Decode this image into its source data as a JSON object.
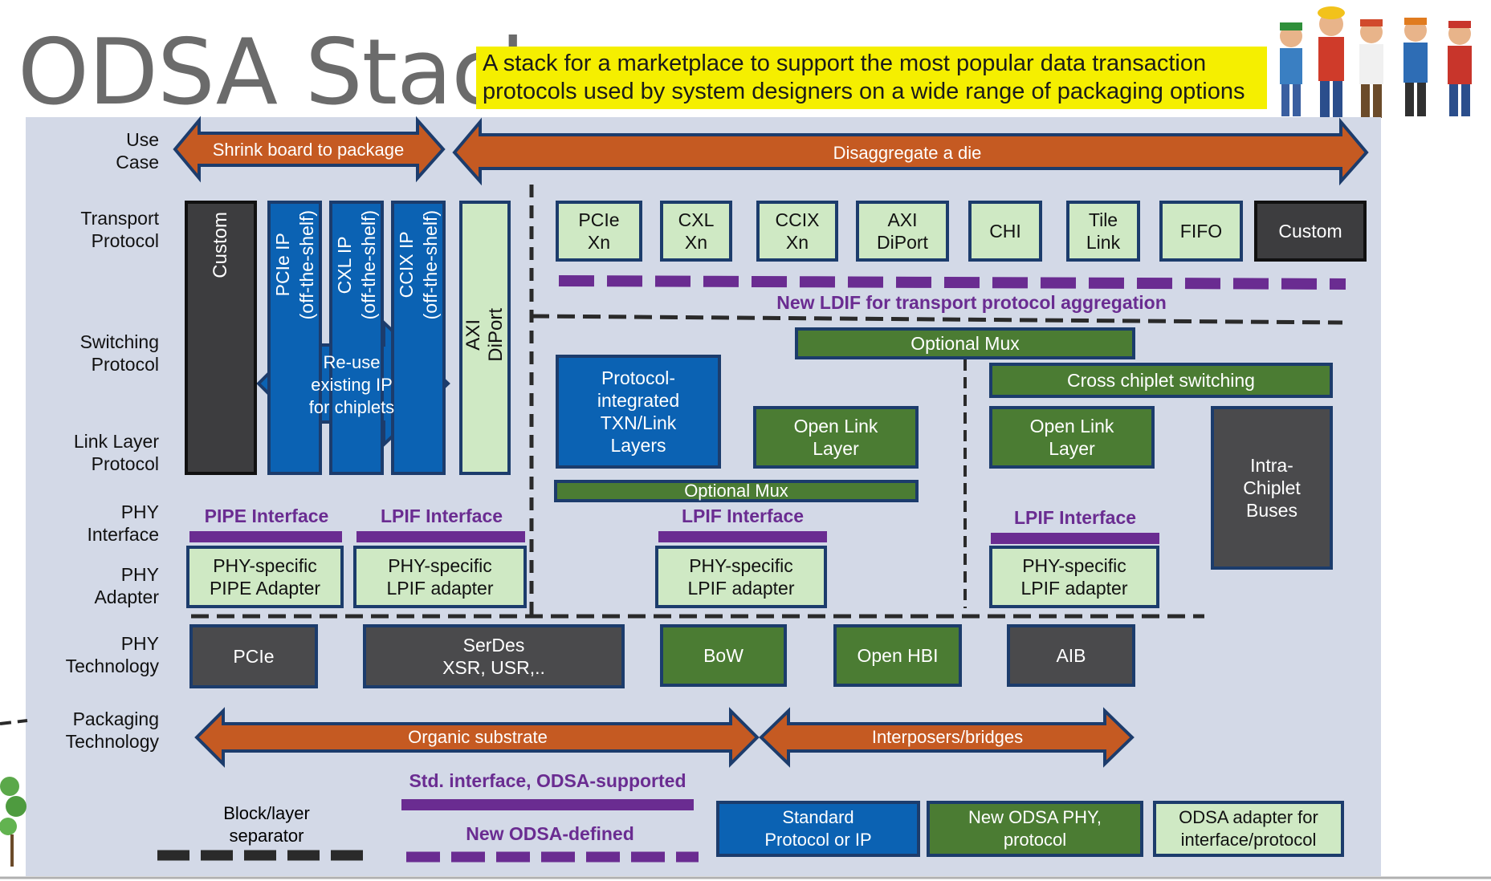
{
  "title": "ODSA Stack:",
  "subtitle": {
    "line1": "A stack for a marketplace to support the most popular data transaction",
    "line2": "protocols used by system designers on a wide range of packaging options"
  },
  "row_labels": {
    "use_case": [
      "Use",
      "Case"
    ],
    "transport": [
      "Transport",
      "Protocol"
    ],
    "switching": [
      "Switching",
      "Protocol"
    ],
    "link": [
      "Link Layer",
      "Protocol"
    ],
    "phy_interface": [
      "PHY",
      "Interface"
    ],
    "phy_adapter": [
      "PHY",
      "Adapter"
    ],
    "phy_tech": [
      "PHY",
      "Technology"
    ],
    "packaging": [
      "Packaging",
      "Technology"
    ]
  },
  "use_case": {
    "shrink": "Shrink board to package",
    "disaggregate": "Disaggregate a die"
  },
  "left_stack": {
    "custom": "Custom",
    "pcie_ip": [
      "PCIe IP",
      "(off-the-shelf)"
    ],
    "cxl_ip": [
      "CXL IP",
      "(off-the-shelf)"
    ],
    "ccix_ip": [
      "CCIX IP",
      "(off-the-shelf)"
    ],
    "axi": [
      "AXI",
      "DiPort"
    ],
    "reuse": [
      "Re-use",
      "existing IP",
      "for chiplets"
    ]
  },
  "transport_boxes": [
    [
      "PCIe",
      "Xn"
    ],
    [
      "CXL",
      "Xn"
    ],
    [
      "CCIX",
      "Xn"
    ],
    [
      "AXI",
      "DiPort"
    ],
    [
      "CHI"
    ],
    [
      "Tile",
      "Link"
    ],
    [
      "FIFO"
    ],
    [
      "Custom"
    ]
  ],
  "ldif_label": "New LDIF for transport protocol aggregation",
  "optional_mux": "Optional Mux",
  "cross_chiplet": "Cross chiplet switching",
  "protocol_integrated": [
    "Protocol-",
    "integrated",
    "TXN/Link",
    "Layers"
  ],
  "open_link": [
    "Open Link",
    "Layer"
  ],
  "intra_chiplet": [
    "Intra-",
    "Chiplet",
    "Buses"
  ],
  "interfaces": {
    "pipe": "PIPE Interface",
    "lpif": "LPIF Interface"
  },
  "adapters": {
    "pipe": [
      "PHY-specific",
      "PIPE Adapter"
    ],
    "lpif": [
      "PHY-specific",
      "LPIF adapter"
    ]
  },
  "phy_tech": {
    "pcie": "PCIe",
    "serdes": [
      "SerDes",
      "XSR, USR,.."
    ],
    "bow": "BoW",
    "openhbi": "Open HBI",
    "aib": "AIB"
  },
  "packaging": {
    "organic": "Organic substrate",
    "interposers": "Interposers/bridges"
  },
  "legend": {
    "separator": [
      "Block/layer",
      "separator"
    ],
    "std_interface": "Std. interface, ODSA-supported",
    "new_odsa": "New ODSA-defined",
    "standard_protocol": [
      "Standard",
      "Protocol or IP"
    ],
    "new_phy": [
      "New ODSA PHY,",
      "protocol"
    ],
    "adapter": [
      "ODSA adapter for",
      "interface/protocol"
    ]
  },
  "colors": {
    "panel": "#d3d9e7",
    "arrow": "#c55a22",
    "blue": "#0b62b3",
    "green": "#4b7c33",
    "light_green": "#cfe9c4",
    "dark_gray": "#4a4a4c",
    "purple": "#6a2c91",
    "highlight": "#f5ef00"
  }
}
